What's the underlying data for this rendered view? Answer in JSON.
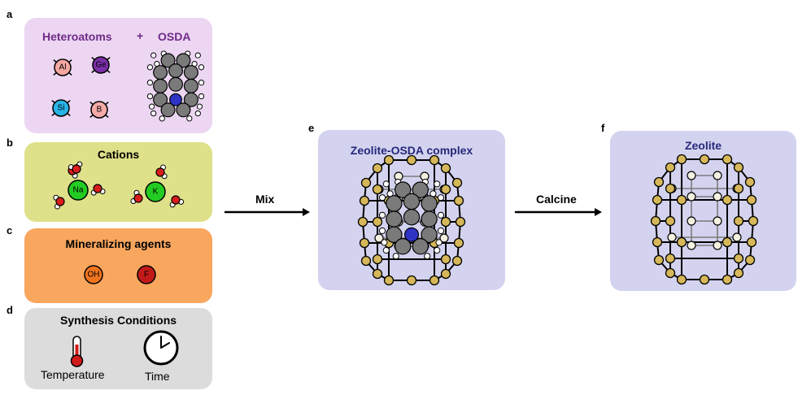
{
  "panels": {
    "a": {
      "letter": "a",
      "title_left": "Heteroatoms",
      "plus": "+",
      "title_right": "OSDA",
      "atoms": [
        "Al",
        "Ge",
        "Si",
        "B"
      ]
    },
    "b": {
      "letter": "b",
      "title": "Cations",
      "atoms": [
        "Na",
        "K"
      ]
    },
    "c": {
      "letter": "c",
      "title": "Mineralizing agents",
      "atoms": [
        "OH",
        "F"
      ]
    },
    "d": {
      "letter": "d",
      "title": "Synthesis Conditions",
      "left_label": "Temperature",
      "right_label": "Time"
    },
    "e": {
      "letter": "e",
      "title": "Zeolite-OSDA complex"
    },
    "f": {
      "letter": "f",
      "title": "Zeolite"
    }
  },
  "arrows": {
    "mix": "Mix",
    "calcine": "Calcine"
  },
  "colors": {
    "panel_a": "#ecd6f2",
    "panel_b": "#dfe08a",
    "panel_c": "#f9a65e",
    "panel_d": "#dcdcdc",
    "panel_ef": "#d3d3f0",
    "title_purple": "#6e2a86",
    "title_navy": "#27277a",
    "Al": "#f4a7a0",
    "Ge": "#7b2fa8",
    "Si": "#27b5e6",
    "B": "#f4aaa6",
    "Na": "#23cc23",
    "K": "#23cc23",
    "OH": "#f0741f",
    "F": "#c21a1a",
    "water_O": "#d91c1c",
    "zeolite_T": "#d6b85a",
    "osda_C": "#7a7a7a",
    "osda_N": "#2f33c4"
  }
}
